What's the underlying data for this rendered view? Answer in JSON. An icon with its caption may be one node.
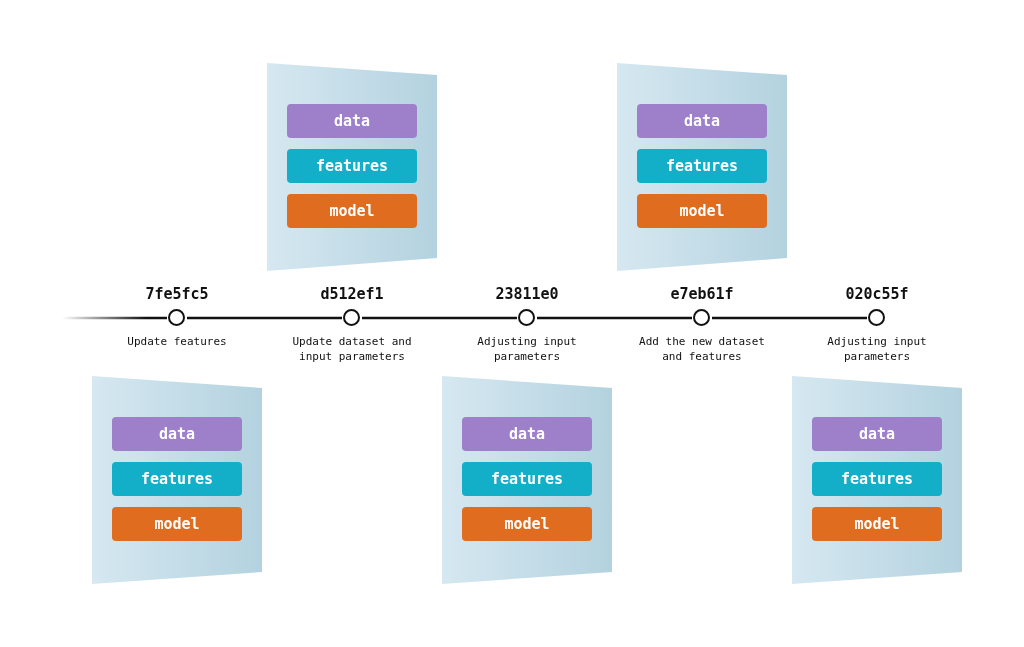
{
  "diagram": {
    "nodes": [
      {
        "text": [],
        "shape": "box"
      },
      {
        "text": [
          "data"
        ],
        "in": 0
      },
      {
        "text": [
          "features"
        ],
        "in": 0
      },
      {
        "text": [
          "model"
        ],
        "in": 0
      },
      {
        "text": [],
        "shape": "box"
      },
      {
        "text": [
          "data"
        ],
        "in": 4
      },
      {
        "text": [
          "features"
        ],
        "in": 4
      },
      {
        "text": [
          "model"
        ],
        "in": 4
      },
      {
        "text": [],
        "shape": "circle",
        "beside": [
          "7fe5fc5",
          "Update features"
        ]
      },
      {
        "text": [],
        "shape": "circle",
        "beside": [
          "d512ef1",
          "Update dataset and input parameters"
        ]
      },
      {
        "text": [],
        "shape": "circle",
        "beside": [
          "23811e0",
          "Adjusting input parameters"
        ]
      },
      {
        "text": [],
        "shape": "circle",
        "beside": [
          "e7eb61f",
          "Add the new dataset and features"
        ]
      },
      {
        "text": [],
        "shape": "circle",
        "beside": [
          "020c55f",
          "Adjusting input parameters"
        ]
      },
      {
        "text": [],
        "shape": "box"
      },
      {
        "text": [
          "data"
        ],
        "in": 13
      },
      {
        "text": [
          "features"
        ],
        "in": 13
      },
      {
        "text": [
          "model"
        ],
        "in": 13
      },
      {
        "text": [],
        "shape": "box"
      },
      {
        "text": [
          "data"
        ],
        "in": 17
      },
      {
        "text": [
          "features"
        ],
        "in": 17
      },
      {
        "text": [
          "model"
        ],
        "in": 17
      },
      {
        "text": [],
        "shape": "box"
      },
      {
        "text": [
          "data"
        ],
        "in": 21
      },
      {
        "text": [
          "features"
        ],
        "in": 21
      },
      {
        "text": [
          "model"
        ],
        "in": 21
      }
    ],
    "edges": [
      {
        "from": null,
        "to": 8,
        "arrow": "none"
      },
      {
        "from": 8,
        "to": 9,
        "arrow": "none"
      },
      {
        "from": 9,
        "to": 10,
        "arrow": "none"
      },
      {
        "from": 10,
        "to": 11,
        "arrow": "none"
      },
      {
        "from": 11,
        "to": 12,
        "arrow": "none"
      }
    ]
  }
}
